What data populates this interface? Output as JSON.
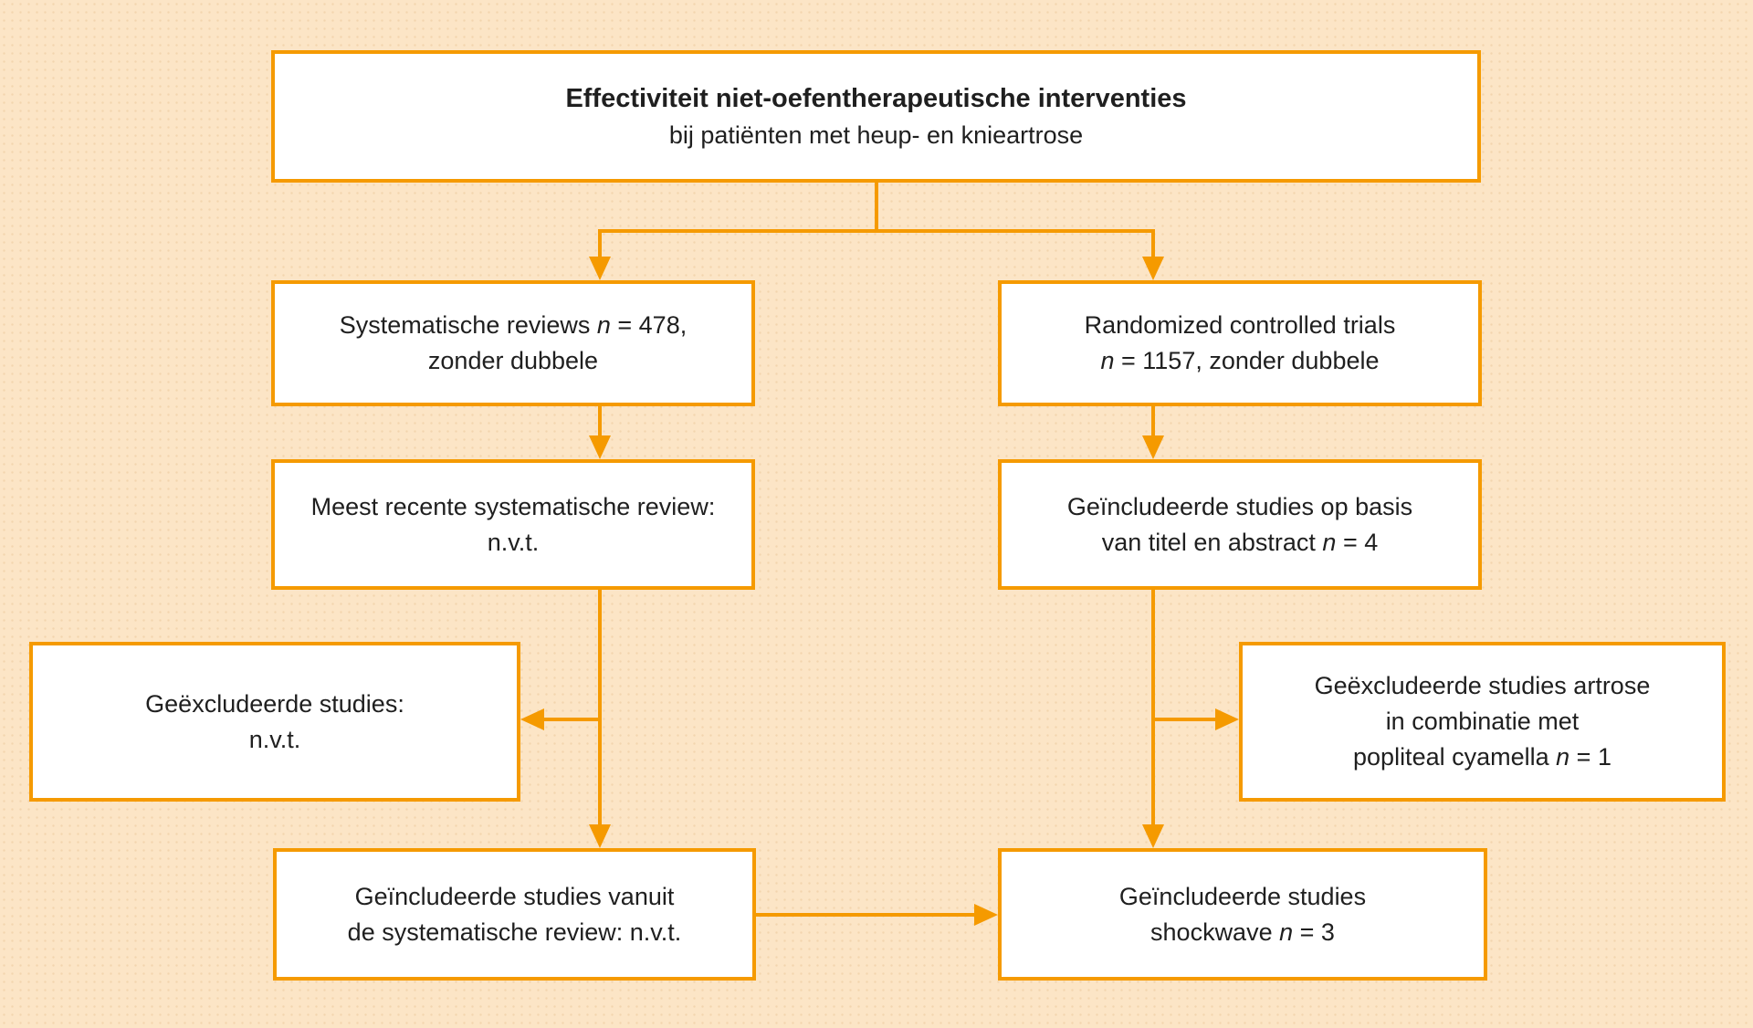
{
  "colors": {
    "background": "#FCE5C6",
    "accent": "#F59A00",
    "box_fill": "#FFFFFF",
    "text": "#1F1F1F"
  },
  "flowchart": {
    "nodes": {
      "title": {
        "lines": [
          [
            {
              "t": "Effectiviteit niet-oefentherapeutische interventies",
              "b": true
            }
          ],
          [
            {
              "t": "bij patiënten met heup- en knieartrose"
            }
          ]
        ]
      },
      "systematic_reviews": {
        "lines": [
          [
            {
              "t": "Systematische reviews "
            },
            {
              "t": "n",
              "i": true
            },
            {
              "t": " = 478,"
            }
          ],
          [
            {
              "t": "zonder dubbele"
            }
          ]
        ]
      },
      "randomized_controlled_trials": {
        "lines": [
          [
            {
              "t": "Randomized controlled trials"
            }
          ],
          [
            {
              "t": "n",
              "i": true
            },
            {
              "t": " = 1157, zonder dubbele"
            }
          ]
        ]
      },
      "most_recent_review": {
        "lines": [
          [
            {
              "t": "Meest recente systematische review:"
            }
          ],
          [
            {
              "t": "n.v.t."
            }
          ]
        ]
      },
      "included_title_abstract": {
        "lines": [
          [
            {
              "t": "Geïncludeerde studies op basis"
            }
          ],
          [
            {
              "t": "van titel en abstract "
            },
            {
              "t": "n",
              "i": true
            },
            {
              "t": " = 4"
            }
          ]
        ]
      },
      "excluded_left": {
        "lines": [
          [
            {
              "t": "Geëxcludeerde studies:"
            }
          ],
          [
            {
              "t": "n.v.t."
            }
          ]
        ]
      },
      "excluded_right": {
        "lines": [
          [
            {
              "t": "Geëxcludeerde studies artrose"
            }
          ],
          [
            {
              "t": "in combinatie met"
            }
          ],
          [
            {
              "t": "popliteal cyamella "
            },
            {
              "t": "n",
              "i": true
            },
            {
              "t": " = 1"
            }
          ]
        ]
      },
      "included_from_review": {
        "lines": [
          [
            {
              "t": "Geïncludeerde studies vanuit"
            }
          ],
          [
            {
              "t": "de systematische review: n.v.t."
            }
          ]
        ]
      },
      "included_shockwave": {
        "lines": [
          [
            {
              "t": "Geïncludeerde studies"
            }
          ],
          [
            {
              "t": "shockwave "
            },
            {
              "t": "n",
              "i": true
            },
            {
              "t": " = 3"
            }
          ]
        ]
      }
    }
  }
}
